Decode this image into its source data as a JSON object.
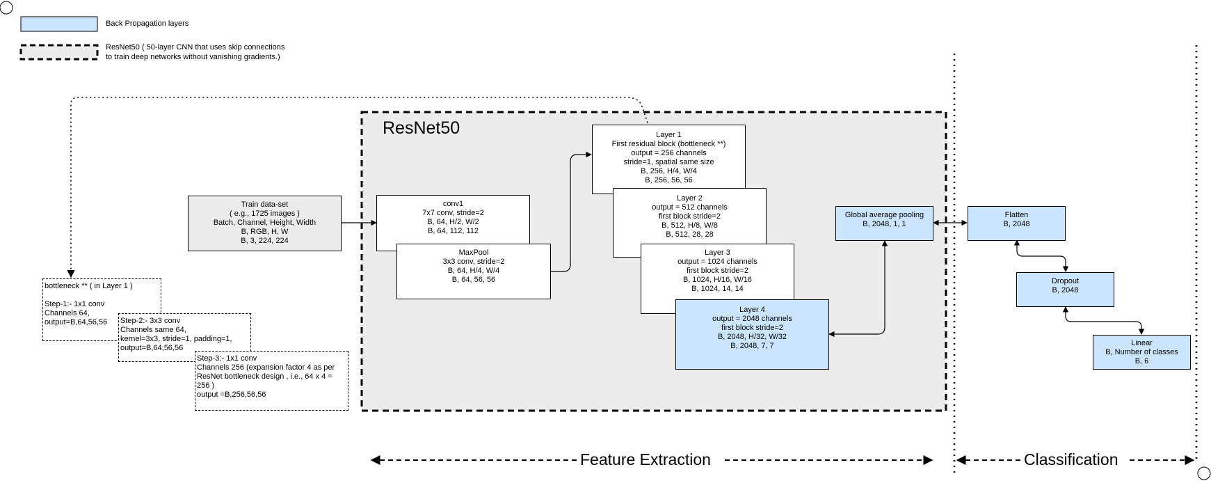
{
  "legend": {
    "blue_label": "Back Propagation layers",
    "resnet_line1": "ResNet50  ( 50-layer CNN that uses skip connections",
    "resnet_line2": "to train deep networks without vanishing gradients.)"
  },
  "resnet_title": "ResNet50",
  "train": {
    "lines": [
      "Train data-set",
      "( e.g., 1725 images )",
      "Batch, Channel, Height, Width",
      "B, RGB, H, W",
      "B, 3, 224, 224"
    ]
  },
  "conv1": {
    "lines": [
      "conv1",
      "7x7 conv, stride=2",
      "B, 64, H/2, W/2",
      "B, 64, 112, 112"
    ]
  },
  "maxpool": {
    "lines": [
      "MaxPool",
      "3x3 conv, stride=2",
      "B, 64, H/4, W/4",
      "B, 64, 56, 56"
    ]
  },
  "layer1": {
    "lines": [
      "Layer 1",
      "First residual block (bottleneck **)",
      "output = 256 channels",
      "stride=1, spatial same size",
      "B, 256, H/4, W/4",
      "B, 256, 56, 56"
    ]
  },
  "layer2": {
    "lines": [
      "Layer 2",
      "output = 512 channels",
      "first block stride=2",
      "B, 512, H/8, W/8",
      "B, 512, 28, 28"
    ]
  },
  "layer3": {
    "lines": [
      "Layer 3",
      "output  = 1024 channels",
      "first block stride=2",
      "B, 1024, H/16, W/16",
      "B, 1024, 14, 14"
    ]
  },
  "layer4": {
    "lines": [
      "Layer 4",
      "output  = 2048 channels",
      "first block stride=2",
      "B, 2048, H/32, W/32",
      "B, 2048, 7, 7"
    ]
  },
  "gap": {
    "lines": [
      "Global average pooling",
      "B, 2048, 1, 1"
    ]
  },
  "flatten": {
    "lines": [
      "Flatten",
      "B, 2048"
    ]
  },
  "dropout": {
    "lines": [
      "Dropout",
      "B, 2048"
    ]
  },
  "linear": {
    "lines": [
      "Linear",
      "B, Number of classes",
      "B, 6"
    ]
  },
  "bottleneck": {
    "lines": [
      "bottleneck **  ( in Layer 1 )",
      "",
      "Step-1:- 1x1 conv",
      "Channels 64,",
      "output=B,64,56,56"
    ]
  },
  "step2": {
    "lines": [
      "Step-2:- 3x3 conv",
      "Channels same 64,",
      "kernel=3x3, stride=1, padding=1,",
      "output=B,64,56,56"
    ]
  },
  "step3": {
    "lines": [
      "Step-3:- 1x1 conv",
      "Channels 256 (expansion factor 4 as per",
      "ResNet bottleneck design , i.e., 64 x 4 =",
      "256 )",
      "output =B,256,56,56"
    ]
  },
  "section_feature": "Feature Extraction",
  "section_classification": "Classification",
  "colors": {
    "blue_fill": "#cce5ff",
    "gray_fill": "#ececec",
    "stroke": "#000000"
  }
}
